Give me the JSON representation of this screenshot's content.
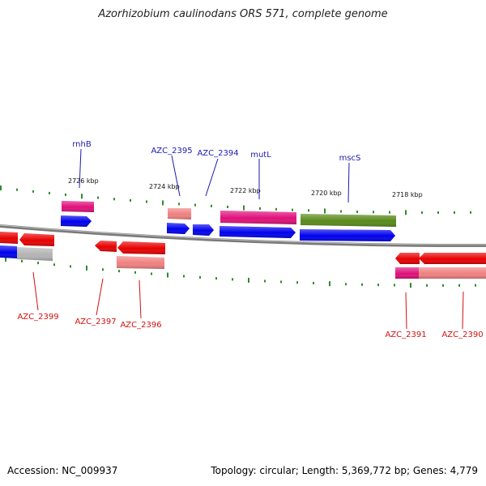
{
  "title": "Azorhizobium caulinodans ORS 571, complete genome",
  "footer": {
    "accession": "Accession: NC_009937",
    "summary": "Topology: circular; Length: 5,369,772 bp; Genes: 4,779"
  },
  "colors": {
    "label_top": "#1a1ab0",
    "label_bottom": "#d01010",
    "tick": "#2e8b2e",
    "gene_red": "#e80000",
    "gene_blue": "#0000ee",
    "gene_pink_light": "#f08080",
    "gene_magenta": "#e0107a",
    "gene_olive": "#5a8a1a",
    "gene_grey": "#b4b4b4"
  },
  "ticks": [
    {
      "label": "2726 kbp"
    },
    {
      "label": "2724 kbp"
    },
    {
      "label": "2722 kbp"
    },
    {
      "label": "2720 kbp"
    },
    {
      "label": "2718 kbp"
    }
  ],
  "genes_top": [
    {
      "label": "rnhB"
    },
    {
      "label": "AZC_2395"
    },
    {
      "label": "AZC_2394"
    },
    {
      "label": "mutL"
    },
    {
      "label": "mscS"
    }
  ],
  "genes_bottom": [
    {
      "label": "AZC_2399"
    },
    {
      "label": "AZC_2397"
    },
    {
      "label": "AZC_2396"
    },
    {
      "label": "AZC_2391"
    },
    {
      "label": "AZC_2390"
    }
  ]
}
